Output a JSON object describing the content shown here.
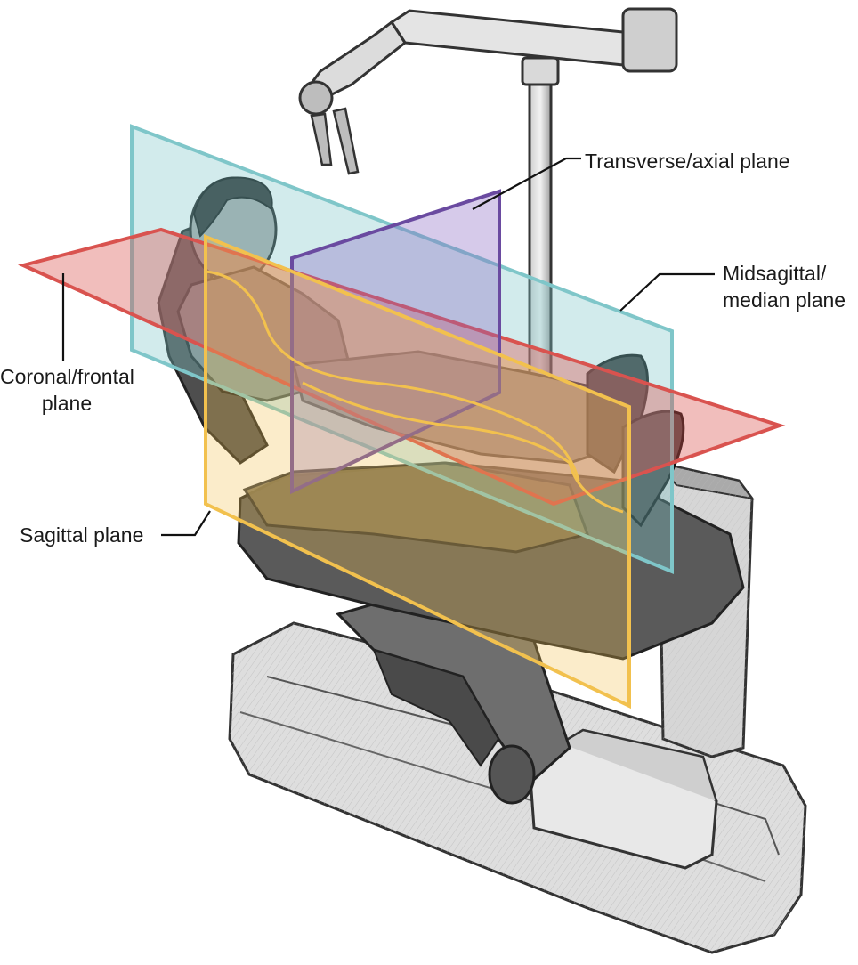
{
  "labels": {
    "transverse": "Transverse/axial plane",
    "midsagittal_line1": "Midsagittal/",
    "midsagittal_line2": "median plane",
    "coronal_line1": "Coronal/frontal",
    "coronal_line2": "plane",
    "sagittal": "Sagittal plane"
  },
  "colors": {
    "transverse_plane": "#d9534f",
    "midsagittal_plane": "#7fc6c9",
    "coronal_plane": "#6a4aa0",
    "sagittal_plane": "#f2c14e",
    "leader_line": "#111111"
  }
}
